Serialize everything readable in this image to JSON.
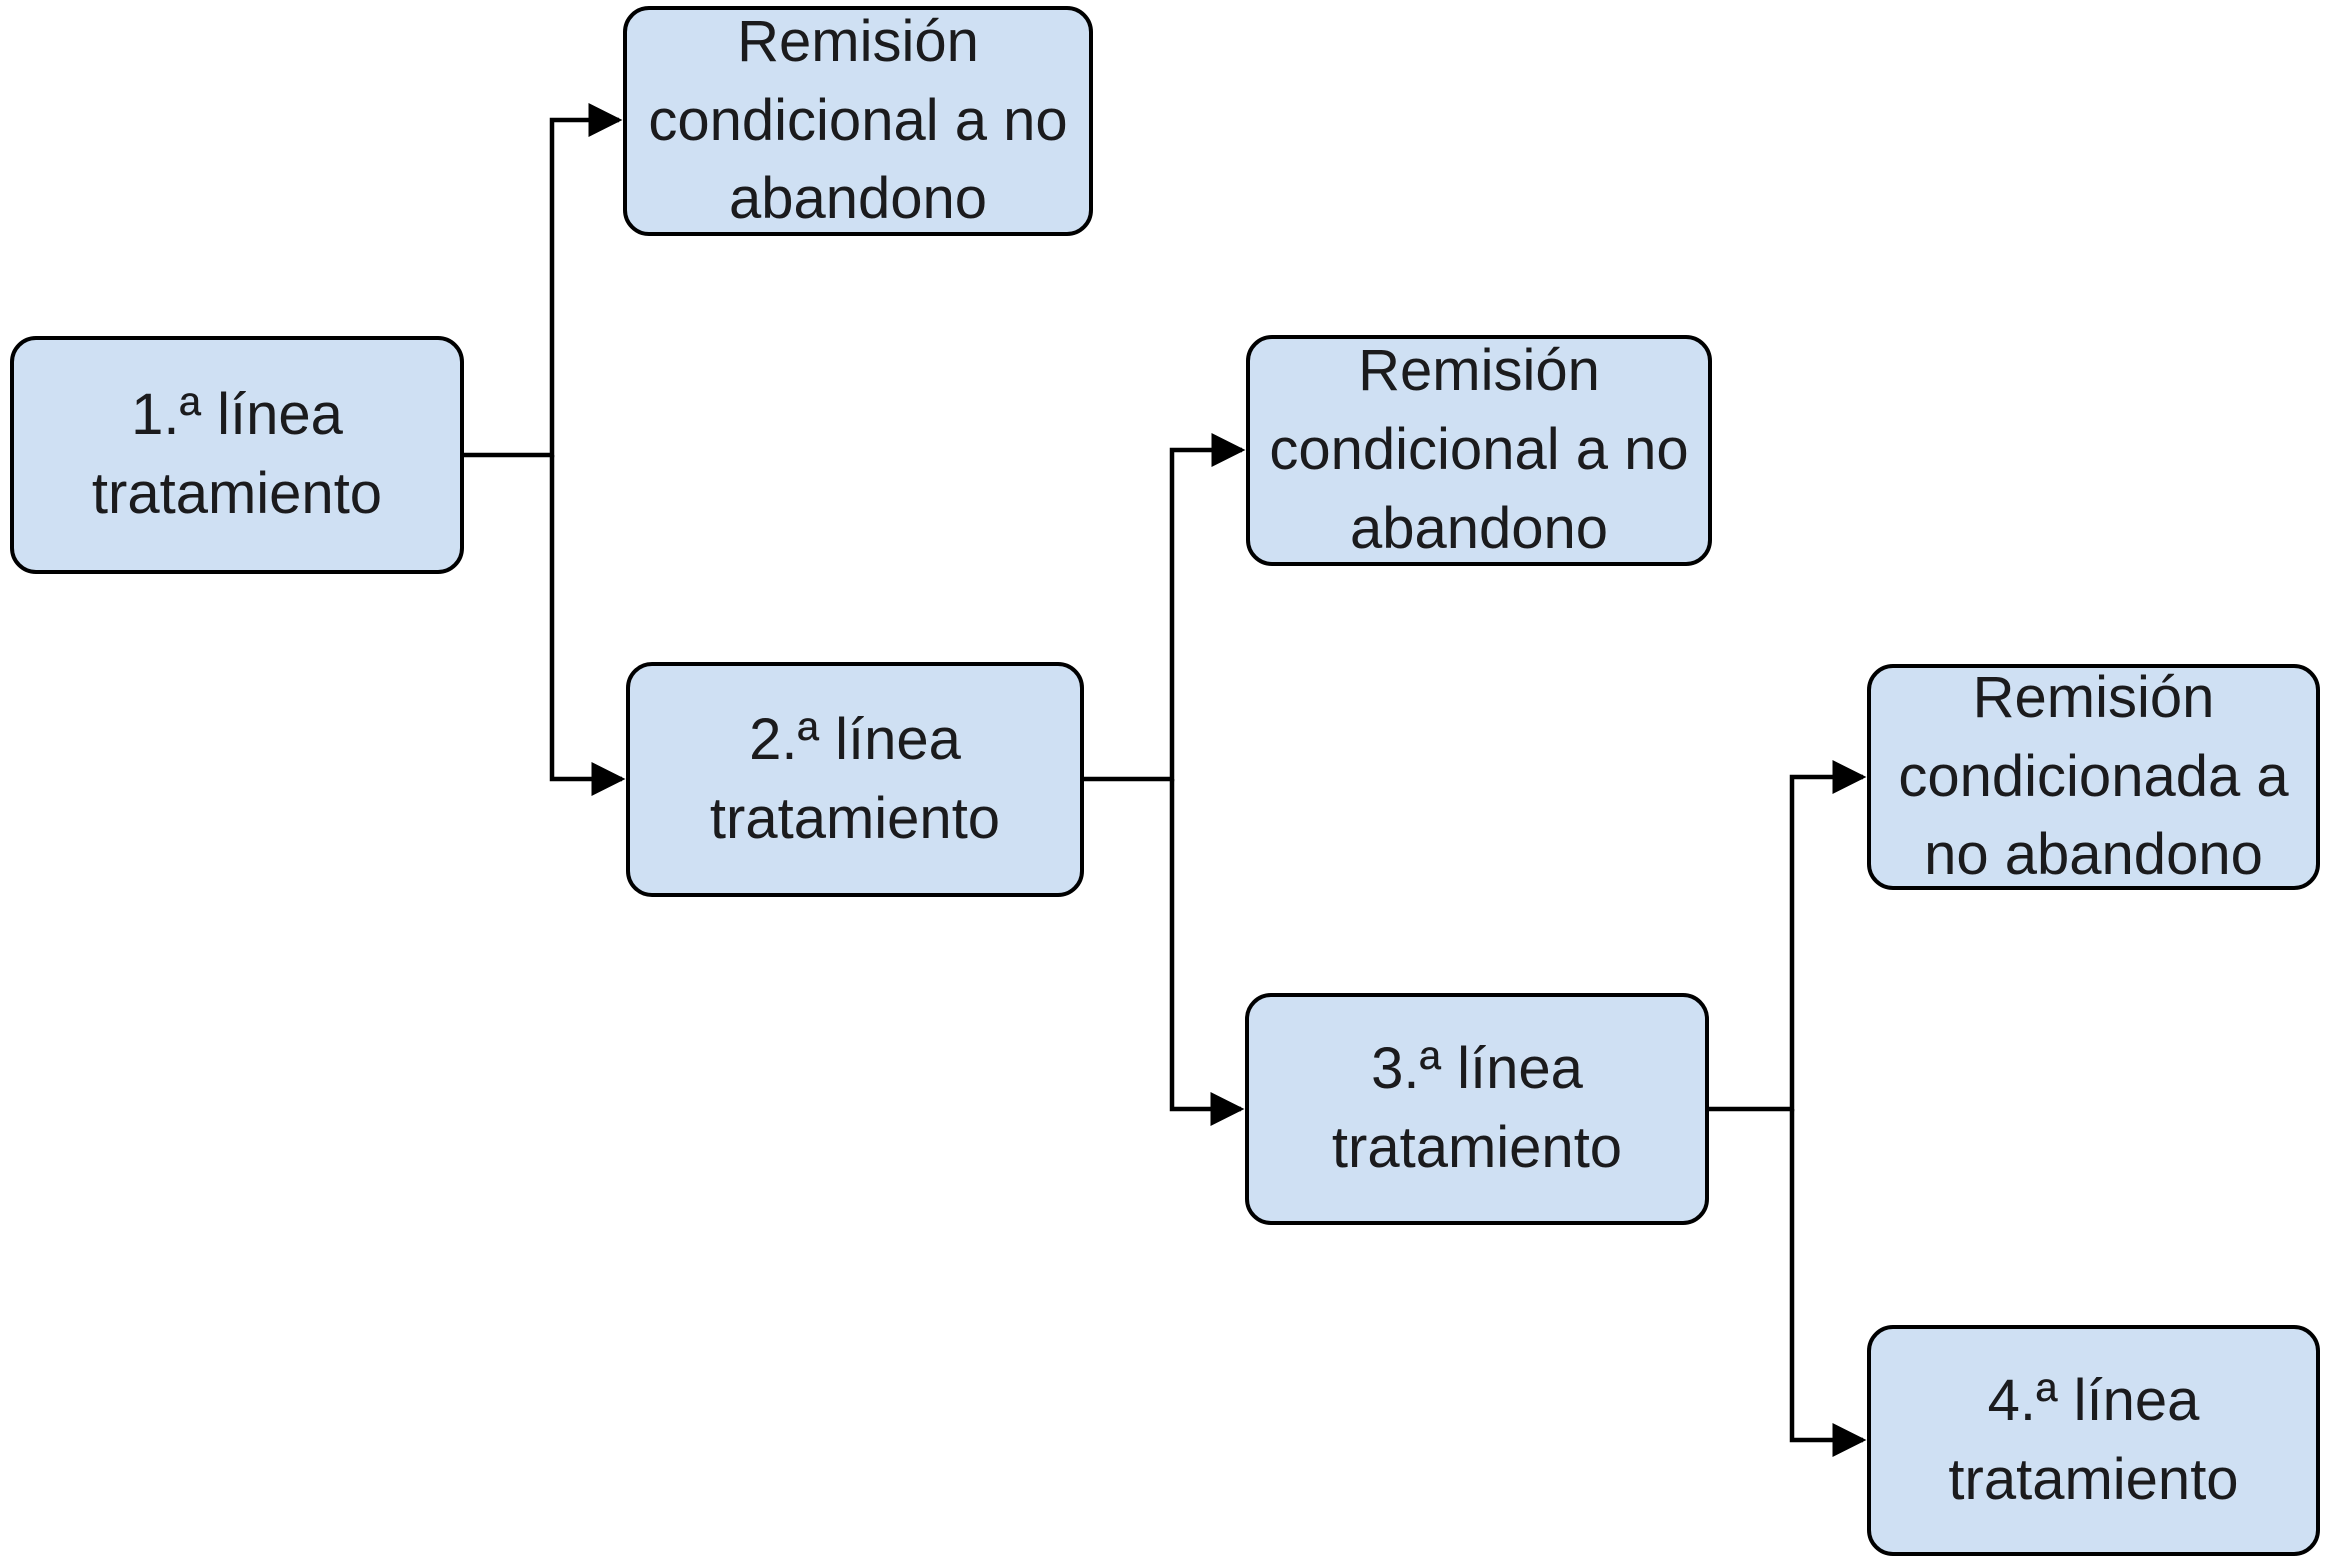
{
  "diagram": {
    "type": "flowchart",
    "description": "Treatment lines flowchart: each treatment line branches to remission (conditional on no dropout) or to the next treatment line",
    "colors": {
      "background": "#ffffff",
      "node_fill": "#cfe0f3",
      "node_border": "#000000",
      "text": "#1b1b1d",
      "connector": "#000000"
    },
    "nodes": [
      {
        "id": "linea1",
        "label": "1.ª línea tratamiento"
      },
      {
        "id": "remision1",
        "label": "Remisión condicional a no abandono"
      },
      {
        "id": "linea2",
        "label": "2.ª línea tratamiento"
      },
      {
        "id": "remision2",
        "label": "Remisión condicional a no abandono"
      },
      {
        "id": "linea3",
        "label": "3.ª línea tratamiento"
      },
      {
        "id": "remision3",
        "label": "Remisión condicionada a no abandono"
      },
      {
        "id": "linea4",
        "label": "4.ª línea tratamiento"
      }
    ],
    "edges": [
      {
        "from": "linea1",
        "to": "remision1"
      },
      {
        "from": "linea1",
        "to": "linea2"
      },
      {
        "from": "linea2",
        "to": "remision2"
      },
      {
        "from": "linea2",
        "to": "linea3"
      },
      {
        "from": "linea3",
        "to": "remision3"
      },
      {
        "from": "linea3",
        "to": "linea4"
      }
    ]
  }
}
